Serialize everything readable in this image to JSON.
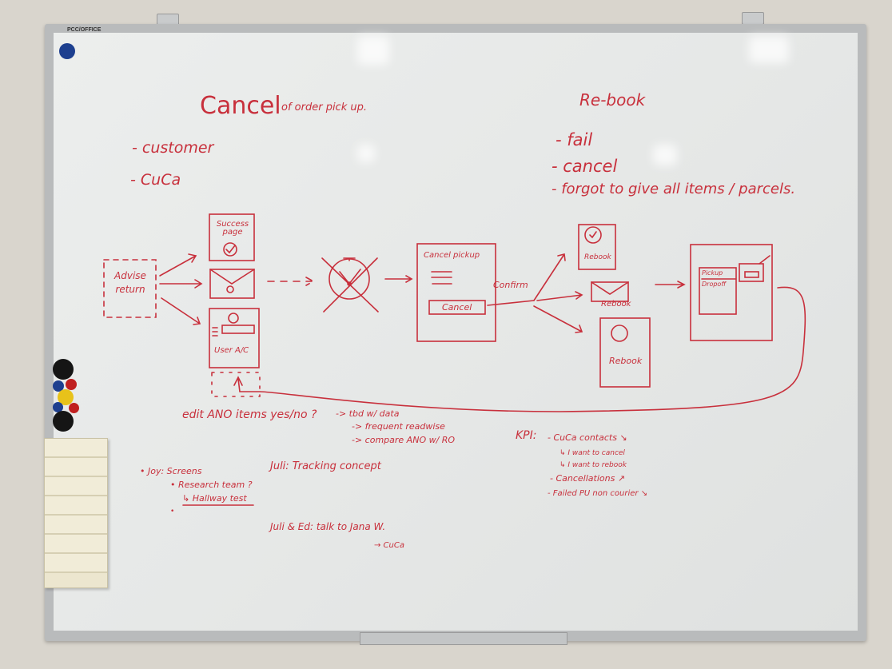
{
  "board": {
    "brand": "PCC/OFFICE",
    "ink_color": "#c8303c"
  },
  "heading_left": {
    "title": "Cancel",
    "subtitle": "of order pick up.",
    "items": [
      "- customer",
      "- CuCa"
    ]
  },
  "heading_right": {
    "title": "Re-book",
    "items": [
      "- fail",
      "- cancel",
      "- forgot to give all items / parcels."
    ]
  },
  "flow": {
    "advise_return": "Advise return",
    "success_page": "Success page",
    "user_account": "User A/C",
    "cancel_screen": {
      "title": "Cancel pickup",
      "button": "Cancel"
    },
    "confirm": "Confirm",
    "rebook_labels": [
      "Rebook",
      "Rebook",
      "Rebook"
    ],
    "options": [
      "Pickup",
      "Dropoff"
    ]
  },
  "notes": {
    "edit_question": "edit ANO items yes/no ?",
    "edit_followups": [
      "-> tbd w/ data",
      "-> frequent readwise",
      "-> compare ANO w/ RO"
    ],
    "joy": [
      "• Joy: Screens",
      "• Research team ?",
      "↳ Hallway test",
      "•"
    ],
    "juli": "Juli: Tracking concept",
    "juli_ed": "Juli & Ed: talk to Jana W.",
    "juli_ed_sub": "→ CuCa"
  },
  "kpi": {
    "label": "KPI:",
    "items": [
      "- CuCa contacts ↘",
      "↳ I want to cancel",
      "↳ I want to rebook",
      "- Cancellations ↗",
      "- Failed PU non courier ↘"
    ]
  }
}
